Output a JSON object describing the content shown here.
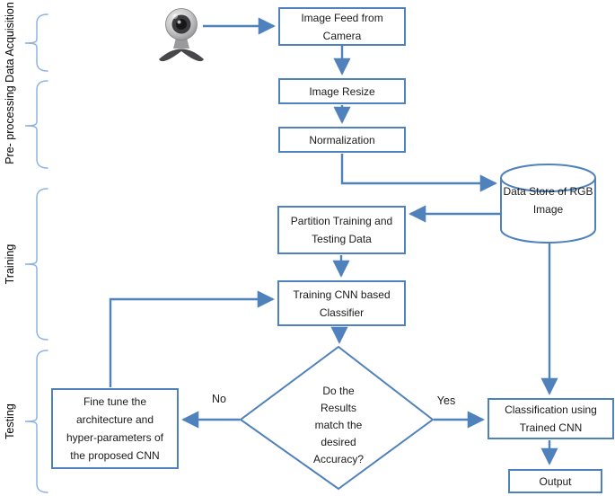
{
  "flowchart": {
    "stage_labels": [
      "Data Acquisition",
      "Pre- processing",
      "Training",
      "Testing"
    ],
    "nodes": {
      "image_feed": "Image Feed from Camera",
      "image_resize": "Image Resize",
      "normalization": "Normalization",
      "data_store": "Data Store of RGB Image",
      "partition": "Partition Training and Testing Data",
      "training_cnn": "Training CNN based Classifier",
      "decision": "Do the Results match the desired Accuracy?",
      "fine_tune": "Fine tune the architecture and hyper-parameters of the proposed CNN",
      "classification": "Classification using Trained CNN",
      "output": "Output"
    },
    "edge_labels": {
      "yes": "Yes",
      "no": "No"
    },
    "icons": {
      "camera": "webcam-icon"
    },
    "colors": {
      "shape_stroke": "#4f81bd",
      "brace_stroke": "#8db3e2",
      "text": "#1a1a1a",
      "background": "#ffffff"
    }
  }
}
